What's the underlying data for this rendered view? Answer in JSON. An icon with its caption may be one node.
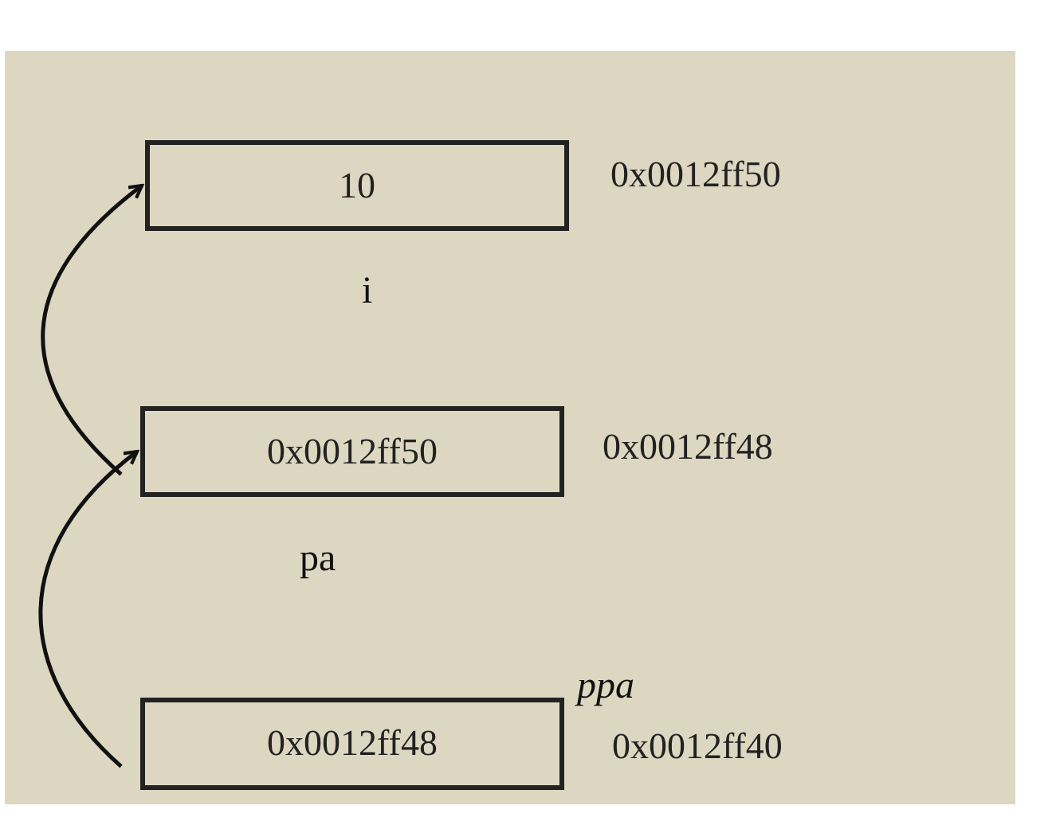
{
  "diagram": {
    "nodes": [
      {
        "text": [
          "10"
        ],
        "beside": [
          "0x0012ff50"
        ]
      },
      {
        "text": [
          "0x0012ff50"
        ],
        "beside": [
          "0x0012ff48"
        ]
      },
      {
        "text": [
          "0x0012ff48"
        ],
        "beside": [
          "0x0012ff40"
        ]
      }
    ],
    "edges": [
      {
        "from": 2,
        "to": 1,
        "arrow": "to"
      },
      {
        "from": 1,
        "to": 0,
        "arrow": "to"
      }
    ],
    "labels": [
      "i",
      "pa",
      "ppa"
    ]
  }
}
